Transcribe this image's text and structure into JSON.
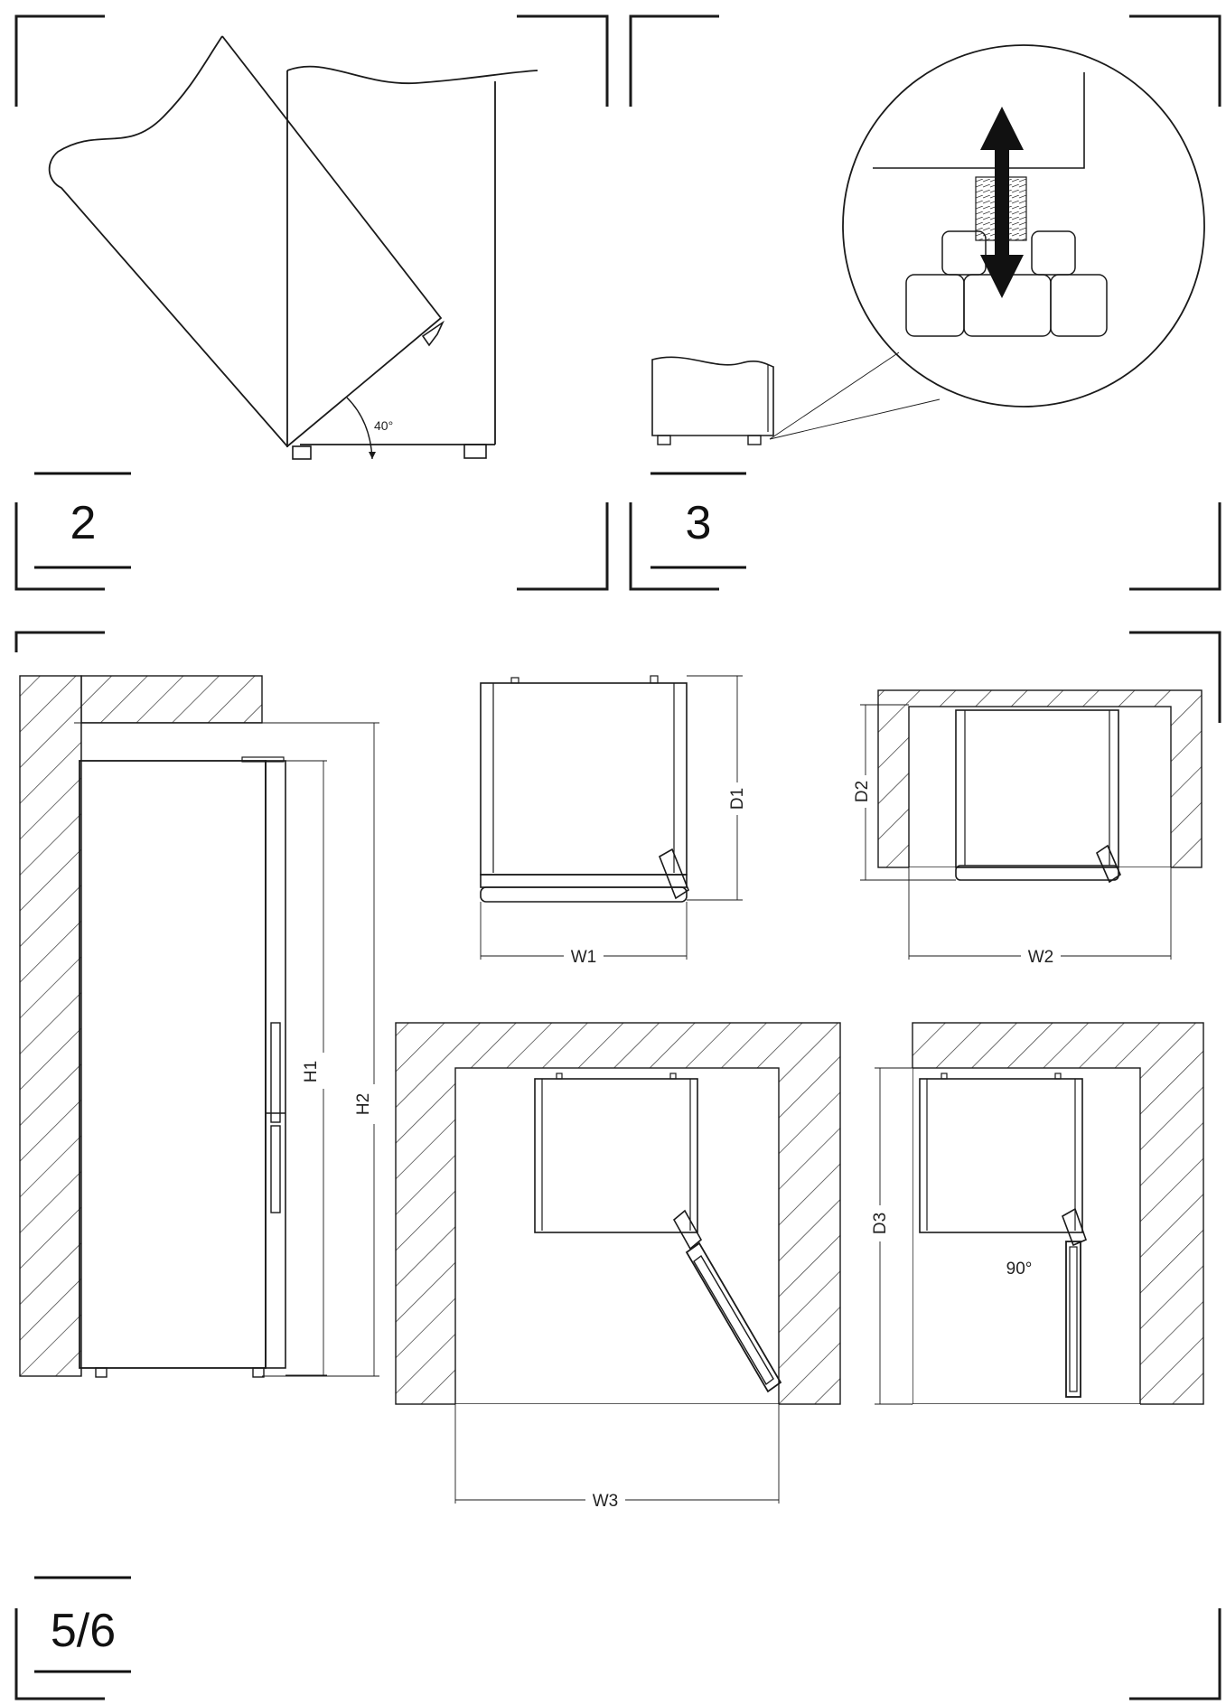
{
  "colors": {
    "ink": "#1a1a1a",
    "paper": "#ffffff",
    "hatch": "#333333"
  },
  "panels": {
    "tilt": {
      "number": "2",
      "angle_label": "40°"
    },
    "leveling": {
      "number": "3"
    },
    "dimensions": {
      "number": "5/6",
      "labels": {
        "h1": "H1",
        "h2": "H2",
        "d1": "D1",
        "w1": "W1",
        "d2": "D2",
        "w2": "W2",
        "w3": "W3",
        "d3": "D3",
        "door_angle": "90°"
      }
    }
  },
  "icons": [
    "double-arrow-icon"
  ]
}
